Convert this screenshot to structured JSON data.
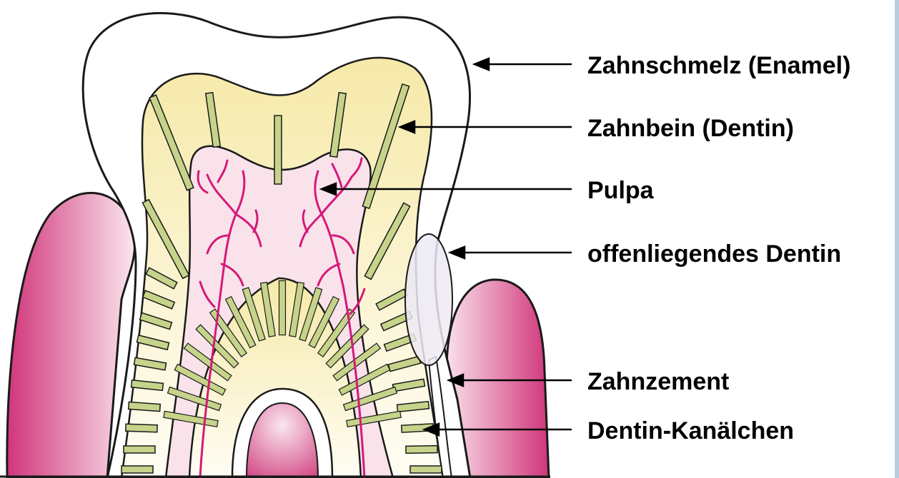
{
  "labels": {
    "enamel": "Zahnschmelz (Enamel)",
    "dentin": "Zahnbein (Dentin)",
    "pulp": "Pulpa",
    "exposed_dentin": "offenliegendes Dentin",
    "cementum": "Zahnzement",
    "tubules": "Dentin-Kanälchen"
  },
  "colors": {
    "gum": "#d0357a",
    "gum_light": "#f6d8e4",
    "enamel": "#ffffff",
    "dentin": "#f6ebb0",
    "dentin_light": "#fdf8e2",
    "pulp": "#f9e2ea",
    "nerve": "#d4197a",
    "tubule": "#c6d38a",
    "outline": "#1a1a1a",
    "right_edge": "#b9cfe0"
  }
}
